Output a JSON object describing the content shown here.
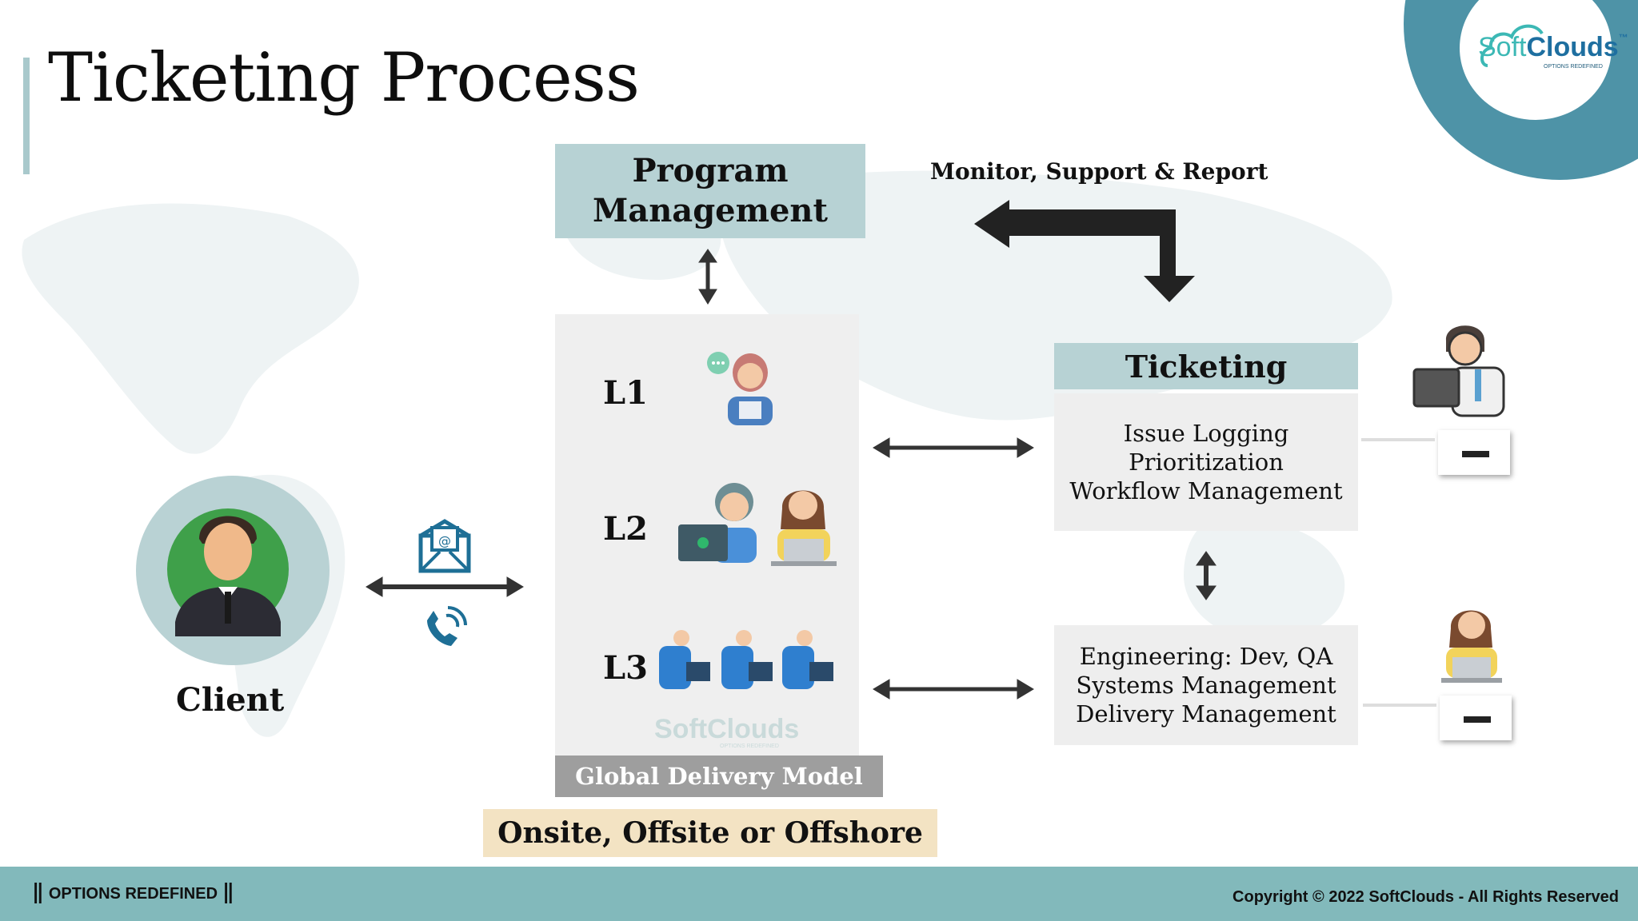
{
  "title": "Ticketing Process",
  "logo": {
    "soft": "Soft",
    "clouds": "Clouds",
    "tm": "™",
    "tagline": "OPTIONS REDEFINED"
  },
  "program_management": "Program Management",
  "monitor_label": "Monitor, Support & Report",
  "levels": [
    "L1",
    "L2",
    "L3"
  ],
  "global_delivery": "Global Delivery  Model",
  "onsite": "Onsite, Offsite or Offshore",
  "ticketing": {
    "title": "Ticketing",
    "items": [
      "Issue Logging",
      "Prioritization",
      "Workflow Management"
    ]
  },
  "engineering": {
    "items": [
      "Engineering: Dev, QA",
      "Systems Management",
      "Delivery Management"
    ]
  },
  "client_label": "Client",
  "icons": [
    "email-icon",
    "phone-icon",
    "agent-icon",
    "developer-icon"
  ],
  "footer": {
    "left": "OPTIONS REDEFINED",
    "right": "Copyright © 2022 SoftClouds - All Rights Reserved"
  },
  "colors": {
    "accent_teal": "#b7d2d4",
    "footer_teal": "#82b9bb",
    "logo_blue": "#4e93a7",
    "onsite_bg": "#f3e3c3",
    "gray_label": "#9e9e9e"
  }
}
